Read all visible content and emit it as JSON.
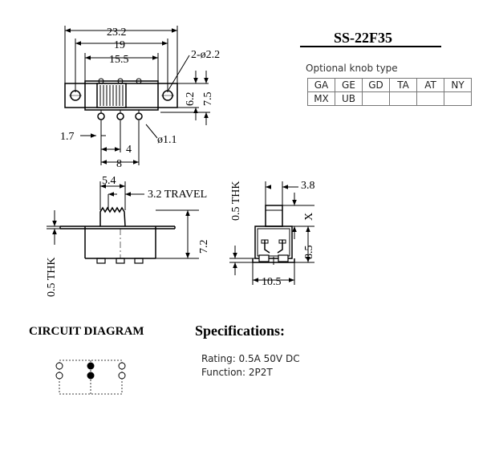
{
  "part": {
    "title": "SS-22F35"
  },
  "knob": {
    "caption": "Optional knob type",
    "rows": [
      [
        "GA",
        "GE",
        "GD",
        "TA",
        "AT",
        "NY"
      ],
      [
        "MX",
        "UB",
        "",
        "",
        "",
        ""
      ]
    ]
  },
  "top_view": {
    "dim_overall": "23.2",
    "dim_holes": "19",
    "dim_body": "15.5",
    "dim_hole_dia": "2-ø2.2",
    "dim_height_a": "6.2",
    "dim_height_b": "7.5",
    "dim_pin_offset": "1.7",
    "dim_pin_dia": "ø1.1",
    "dim_pin_pitch": "4",
    "dim_pin_span": "8"
  },
  "side_view": {
    "dim_knob": "5.4",
    "dim_travel": "3.2 TRAVEL",
    "dim_height": "7.2",
    "dim_thk": "0.5 THK"
  },
  "end_view": {
    "dim_knob": "3.8",
    "dim_x": "X",
    "dim_thk": "0.5 THK",
    "dim_body_h": "8.5",
    "dim_width": "10.5"
  },
  "circuit": {
    "title": "CIRCUIT DIAGRAM"
  },
  "specs": {
    "title": "Specifications:",
    "rating": "Rating: 0.5A 50V DC",
    "function": "Function: 2P2T"
  }
}
